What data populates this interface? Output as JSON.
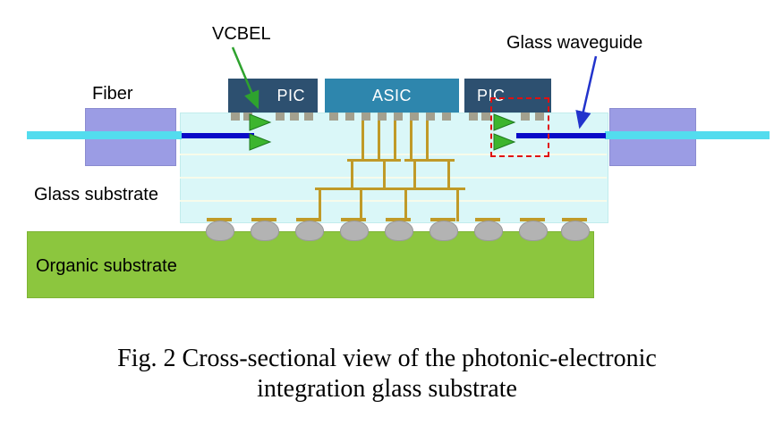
{
  "annotations": {
    "vcsel": "VCBEL",
    "glass_waveguide": "Glass waveguide",
    "fiber": "Fiber",
    "glass_substrate": "Glass substrate",
    "organic_substrate": "Organic substrate"
  },
  "chips": {
    "pic_left": "PIC",
    "asic": "ASIC",
    "pic_right": "PIC"
  },
  "caption": {
    "line1": "Fig. 2 Cross-sectional view of the photonic-electronic",
    "line2": "integration glass substrate"
  },
  "icons": {
    "vcsel_arrow": "green-arrow-down-right",
    "waveguide_arrow": "blue-arrow-down-left",
    "vcsel_mirror": "green-45deg-mirror-pair",
    "highlight_box": "red-dashed-rectangle"
  },
  "colors": {
    "pic_chip": "#2d5070",
    "asic_chip": "#2e86ad",
    "fiber_block": "#9b9ce4",
    "fiber_core": "#53dcee",
    "waveguide_blue": "#0a0ac8",
    "glass_substrate": "#daf7f8",
    "via_gold": "#c09a28",
    "bump": "#a3a08e",
    "solder_ball": "#b3b3b3",
    "organic_green": "#8cc63e",
    "highlight_red": "#e01010",
    "mirror_green": "#3db52e",
    "arrow_green": "#2ea22e",
    "arrow_blue": "#2233cc"
  }
}
